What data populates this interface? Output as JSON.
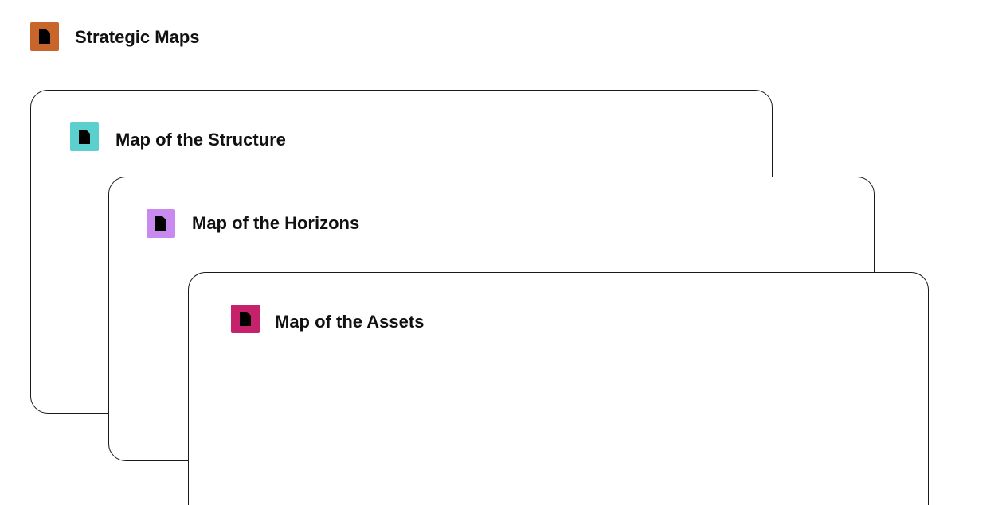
{
  "page": {
    "title": "Strategic Maps",
    "icon": "document-icon",
    "icon_color": "#c8652a"
  },
  "cards": [
    {
      "title": "Map of the Structure",
      "icon": "document-icon",
      "icon_color": "#5ccfcf"
    },
    {
      "title": "Map of the Horizons",
      "icon": "document-icon",
      "icon_color": "#c98af0"
    },
    {
      "title": "Map of the Assets",
      "icon": "document-icon",
      "icon_color": "#c5226b"
    }
  ]
}
